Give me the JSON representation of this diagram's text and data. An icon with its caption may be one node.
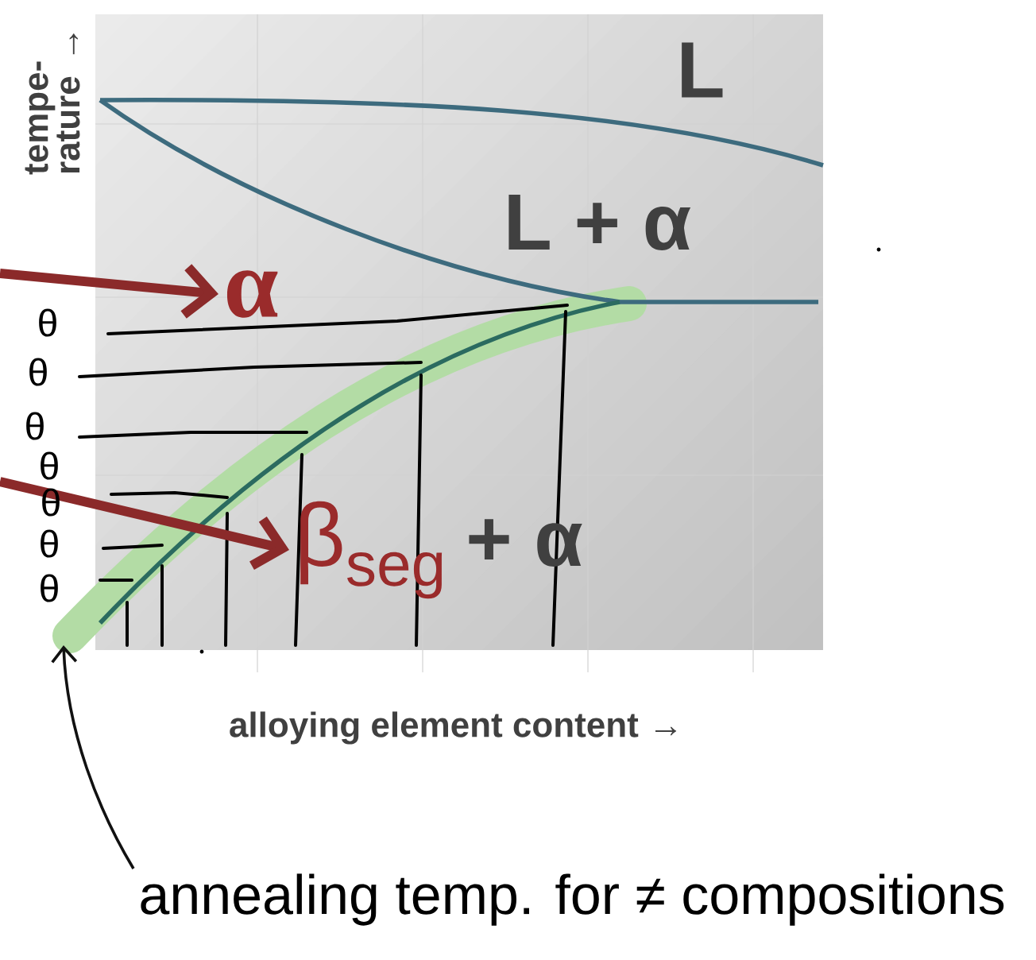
{
  "diagram": {
    "nodes": [
      {
        "text": [
          "α"
        ]
      },
      {
        "text": [
          "β$_{seg}$",
          "+ α"
        ]
      },
      {
        "text": [
          "annealing temp. for ≠ compositions"
        ]
      }
    ],
    "edges": [
      {
        "from": null,
        "to": 0,
        "arrow": "to",
        "color": "#8b2a2a"
      },
      {
        "from": null,
        "to": 1,
        "arrow": "to",
        "color": "#8b2a2a"
      },
      {
        "from": 2,
        "to": null,
        "arrow": "to",
        "color": "#111111"
      }
    ],
    "labels": [
      "tempe- rature →",
      "L",
      "L + α",
      "θ",
      "θ",
      "θ",
      "θ",
      "θ",
      "θ",
      "θ",
      "alloying element content →"
    ]
  }
}
